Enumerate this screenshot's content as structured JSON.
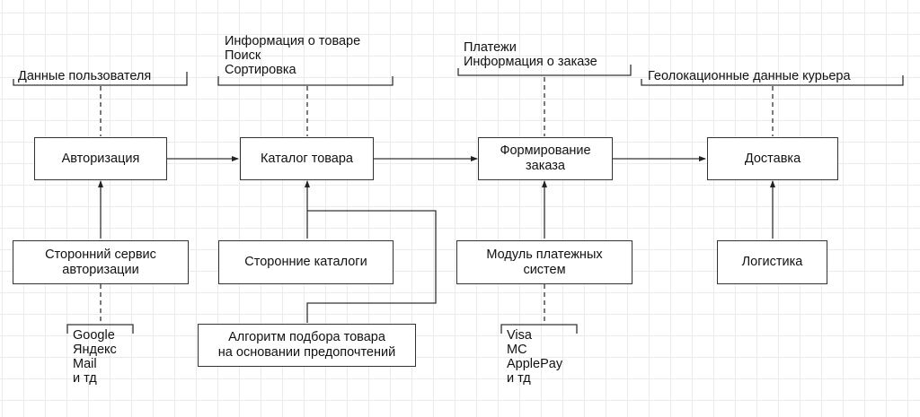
{
  "diagram": {
    "boxes": {
      "auth": "Авторизация",
      "catalog": "Каталог товара",
      "order": "Формирование\nзаказа",
      "delivery": "Доставка",
      "third_party_auth": "Сторонний сервис\nавторизации",
      "third_party_catalogs": "Сторонние каталоги",
      "recommendation": "Алгоритм подбора товара\nна основании предопочтений",
      "payment_module": "Модуль платежных\nсистем",
      "logistics": "Логистика"
    },
    "annotations": {
      "auth_data": "Данные пользователя",
      "catalog_data": "Информация о товаре\nПоиск\nСортировка",
      "order_data": "Платежи\nИнформация о заказе",
      "delivery_data": "Геолокационные данные курьера",
      "auth_providers": "Google\nЯндекс\nMail\nи тд",
      "payment_providers": "Visa\nMC\nApplePay\nи тд"
    }
  }
}
